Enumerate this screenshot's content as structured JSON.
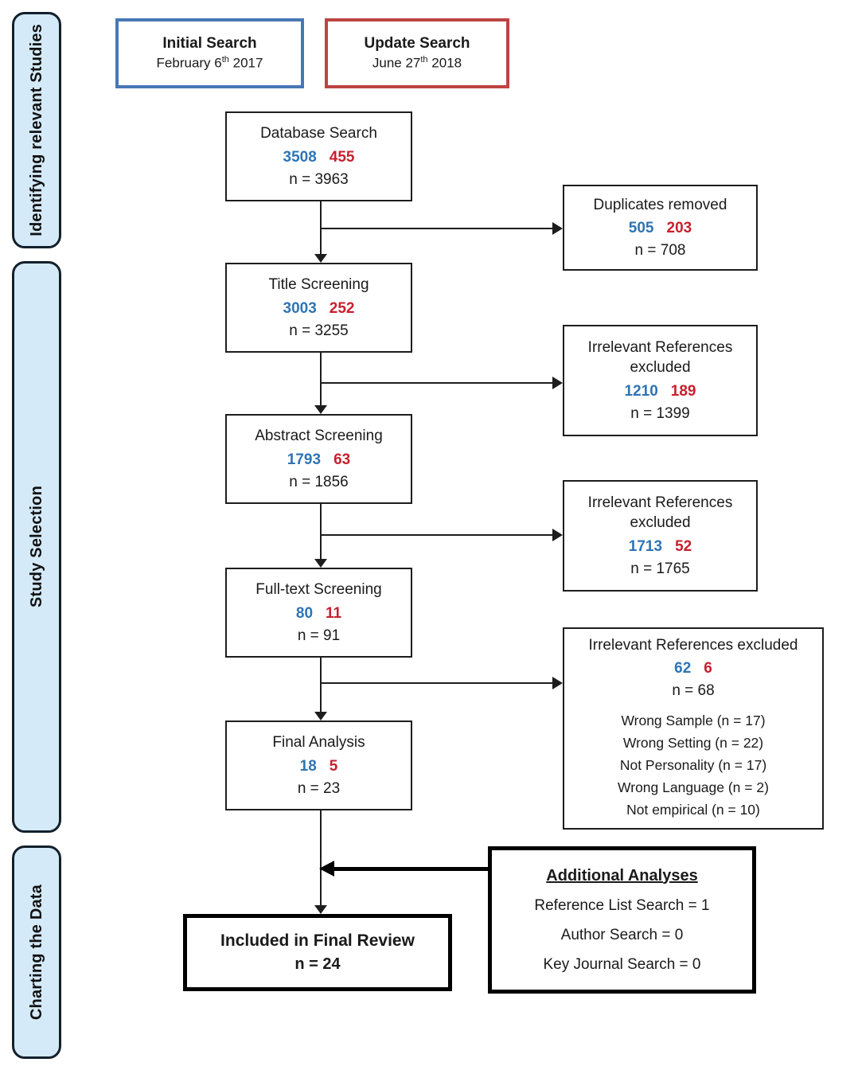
{
  "colors": {
    "initial_blue": "#2E74B5",
    "update_red": "#C7202E",
    "legend_blue": "#4877B5",
    "legend_red": "#BC4542",
    "sidebar_fill": "#D4EAF9",
    "sidebar_border": "#13202C",
    "line_color": "#1d1d1d"
  },
  "sidebar": {
    "stages": [
      {
        "label": "Identifying relevant Studies"
      },
      {
        "label": "Study Selection"
      },
      {
        "label": "Charting the Data"
      }
    ]
  },
  "legend": {
    "initial": {
      "title": "Initial Search",
      "date_prefix": "February 6",
      "date_sup": "th",
      "date_suffix": " 2017"
    },
    "update": {
      "title": "Update Search",
      "date_prefix": "June 27",
      "date_sup": "th",
      "date_suffix": " 2018"
    }
  },
  "flow": {
    "main": [
      {
        "title": "Database Search",
        "initial": "3508",
        "update": "455",
        "total": "n = 3963"
      },
      {
        "title": "Title Screening",
        "initial": "3003",
        "update": "252",
        "total": "n = 3255"
      },
      {
        "title": "Abstract Screening",
        "initial": "1793",
        "update": "63",
        "total": "n = 1856"
      },
      {
        "title": "Full-text Screening",
        "initial": "80",
        "update": "11",
        "total": "n = 91"
      },
      {
        "title": "Final Analysis",
        "initial": "18",
        "update": "5",
        "total": "n = 23"
      }
    ],
    "side": [
      {
        "title": "Duplicates removed",
        "initial": "505",
        "update": "203",
        "total": "n = 708"
      },
      {
        "title": "Irrelevant References excluded",
        "initial": "1210",
        "update": "189",
        "total": "n = 1399"
      },
      {
        "title": "Irrelevant References excluded",
        "initial": "1713",
        "update": "52",
        "total": "n = 1765"
      },
      {
        "title": "Irrelevant References excluded",
        "initial": "62",
        "update": "6",
        "total": "n = 68",
        "reasons": [
          "Wrong Sample (n = 17)",
          "Wrong Setting (n = 22)",
          "Not Personality (n = 17)",
          "Wrong Language (n = 2)",
          "Not empirical (n = 10)"
        ]
      }
    ],
    "included": {
      "title": "Included in Final Review",
      "total": "n = 24"
    },
    "additional": {
      "title": "Additional Analyses",
      "items": [
        "Reference List Search = 1",
        "Author Search = 0",
        "Key Journal Search = 0"
      ]
    }
  }
}
